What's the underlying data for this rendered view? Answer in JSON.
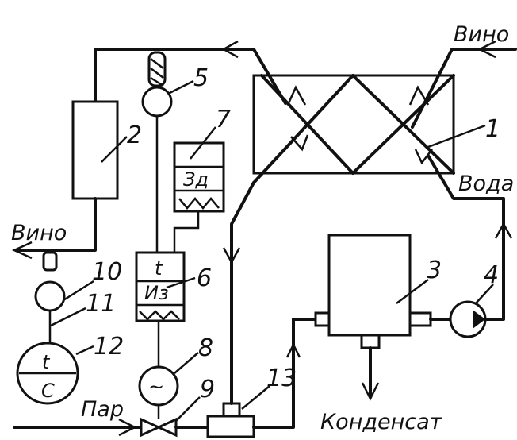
{
  "labels": {
    "wine_in": "Вино",
    "wine_out": "Вино",
    "water": "Вода",
    "steam": "Пар",
    "condensate": "Конденсат"
  },
  "numbers": {
    "n1": "1",
    "n2": "2",
    "n3": "3",
    "n4": "4",
    "n5": "5",
    "n6": "6",
    "n7": "7",
    "n8": "8",
    "n9": "9",
    "n10": "10",
    "n11": "11",
    "n12": "12",
    "n13": "13"
  },
  "device_text": {
    "setpoint": "Зд",
    "regulator_t": "t",
    "regulator_iz": "Из",
    "recorder_t": "t",
    "recorder_c": "С",
    "motor_symbol": "~"
  }
}
